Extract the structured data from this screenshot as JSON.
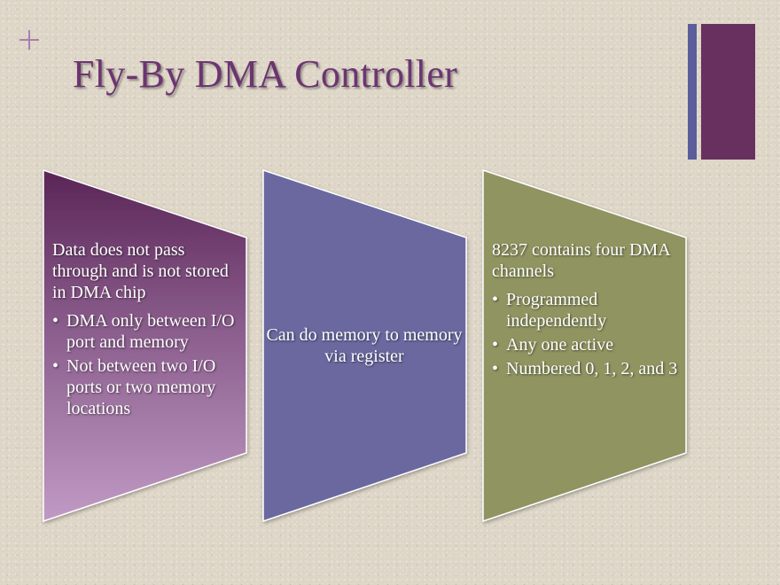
{
  "slide": {
    "title": "Fly-By DMA Controller"
  },
  "panels": [
    {
      "heading": "Data does not pass through and is not stored in DMA chip",
      "bullets": [
        "DMA only between I/O port and memory",
        "Not between two I/O ports or two memory locations"
      ]
    },
    {
      "heading": "Can do memory to memory via register",
      "bullets": []
    },
    {
      "heading": "8237 contains four DMA channels",
      "bullets": [
        "Programmed independently",
        "Any one active",
        "Numbered 0, 1, 2, and 3"
      ]
    }
  ],
  "colors": {
    "title": "#6c3572",
    "accent_purple": "#68305f",
    "accent_blue": "#5c5d9b",
    "panel_1_top": "#5a2556",
    "panel_1_bottom": "#c09ac4",
    "panel_2": "#6a679f",
    "panel_3": "#8f9460"
  },
  "icons": {
    "corner": "plus-icon"
  }
}
